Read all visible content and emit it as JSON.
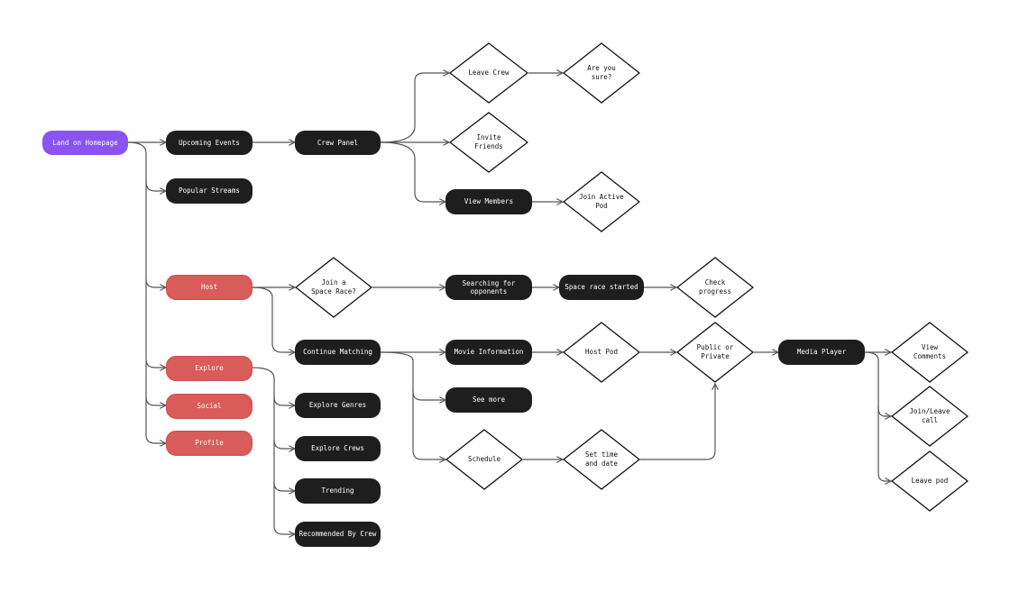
{
  "nodes": {
    "land_on_homepage": "Land on Homepage",
    "upcoming_events": "Upcoming Events",
    "popular_streams": "Popular Streams",
    "host": "Host",
    "explore": "Explore",
    "social": "Social",
    "profile": "Profile",
    "crew_panel": "Crew Panel",
    "continue_matching": "Continue Matching",
    "explore_genres": "Explore Genres",
    "explore_crews": "Explore Crews",
    "trending": "Trending",
    "recommended_by_crew": "Recommended By Crew",
    "view_members": "View Members",
    "searching_for_opponents": "Searching for opponents",
    "space_race_started": "Space race started",
    "movie_information": "Movie Information",
    "see_more": "See more",
    "media_player": "Media Player"
  },
  "decisions": {
    "leave_crew": "Leave Crew",
    "are_you_sure": "Are you\nsure?",
    "invite_friends": "Invite\nFriends",
    "join_active_pod": "Join Active\nPod",
    "join_space_race": "Join a\nSpace Race?",
    "check_progress": "Check\nprogress",
    "host_pod": "Host Pod",
    "public_or_private": "Public or\nPrivate",
    "schedule": "Schedule",
    "set_time_and_date": "Set time\nand date",
    "view_comments": "View\nComments",
    "join_leave_call": "Join/Leave\ncall",
    "leave_pod": "Leave pod"
  },
  "colors": {
    "primary": "#8a54f5",
    "secondary": "#d95c5a",
    "dark": "#1e1e1e",
    "connector": "#555555"
  }
}
